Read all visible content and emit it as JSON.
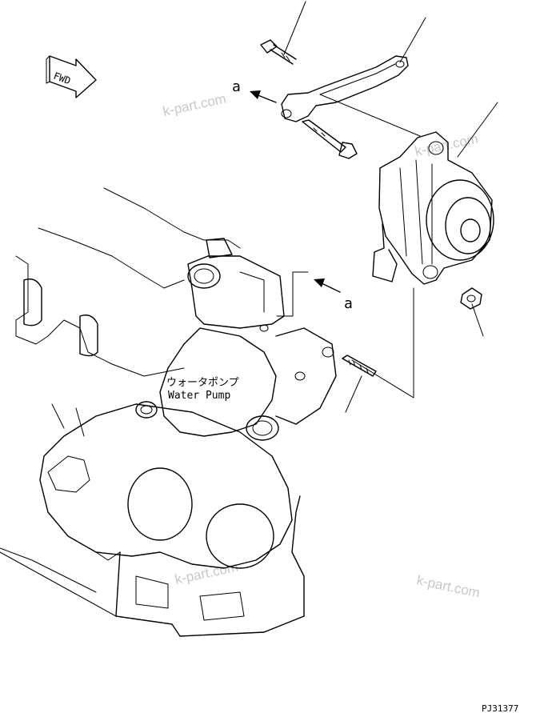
{
  "part_label_jp": "ウォータポンプ",
  "part_label_en": "Water Pump",
  "fwd_label": "FWD",
  "callout_a_top": "a",
  "callout_a_right": "a",
  "watermark": "k-part.com",
  "drawing_number": "PJ31377"
}
